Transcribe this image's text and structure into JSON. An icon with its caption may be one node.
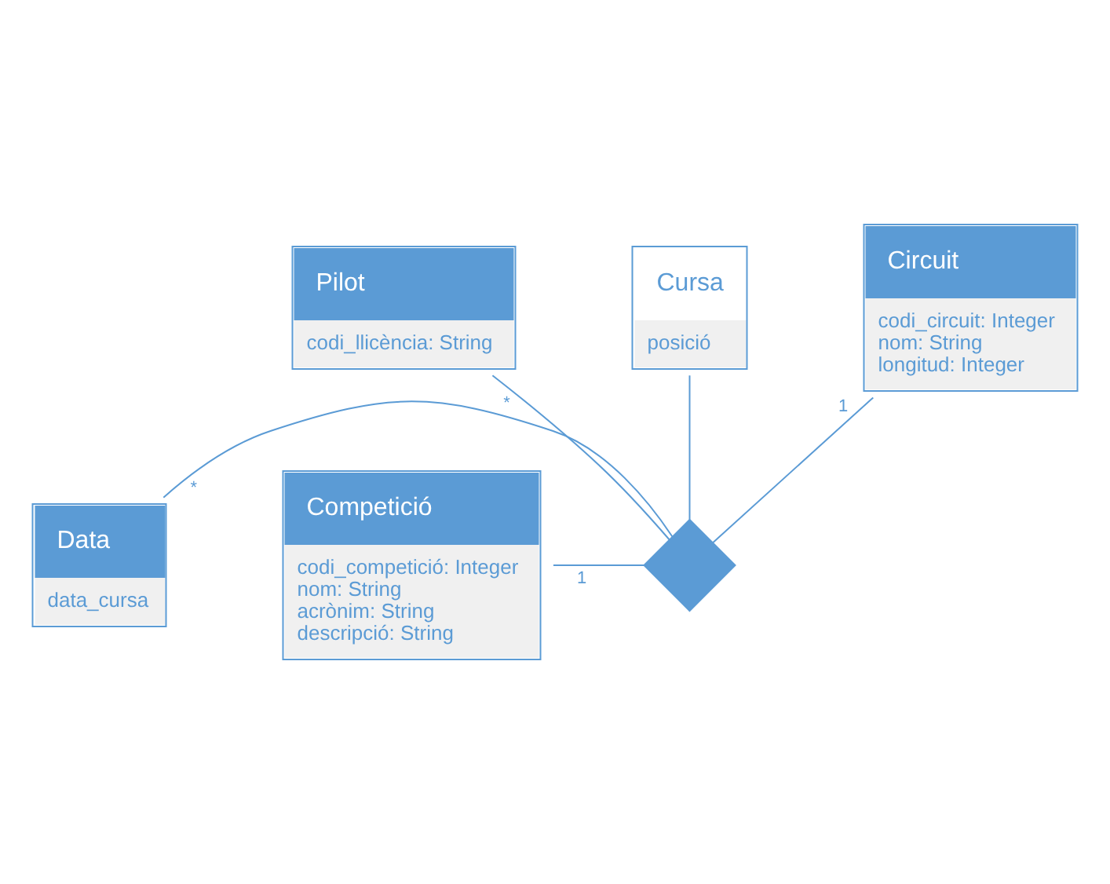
{
  "diagram": {
    "nodes": [
      {
        "text": [
          "Pilot",
          "codi_llicència: String"
        ]
      },
      {
        "text": [
          "Cursa",
          "posició"
        ]
      },
      {
        "text": [
          "Data",
          "data_cursa"
        ]
      },
      {
        "text": [],
        "shape": "diamond"
      },
      {
        "text": [
          "Competició",
          "codi_competició: Integer",
          "nom: String",
          "acrònim: String",
          "descripció: String"
        ]
      },
      {
        "text": [
          "Circuit",
          "codi_circuit: Integer",
          "nom: String",
          "longitud: Integer"
        ]
      }
    ],
    "edges": [
      {
        "from": 0,
        "to": 3,
        "arrow": "none",
        "label": "*"
      },
      {
        "from": 1,
        "to": 3,
        "arrow": "none"
      },
      {
        "from": 2,
        "to": 3,
        "arrow": "none",
        "label": "*"
      },
      {
        "from": 4,
        "to": 3,
        "arrow": "none",
        "label": "1"
      },
      {
        "from": 5,
        "to": 3,
        "arrow": "none",
        "label": "1"
      }
    ]
  }
}
